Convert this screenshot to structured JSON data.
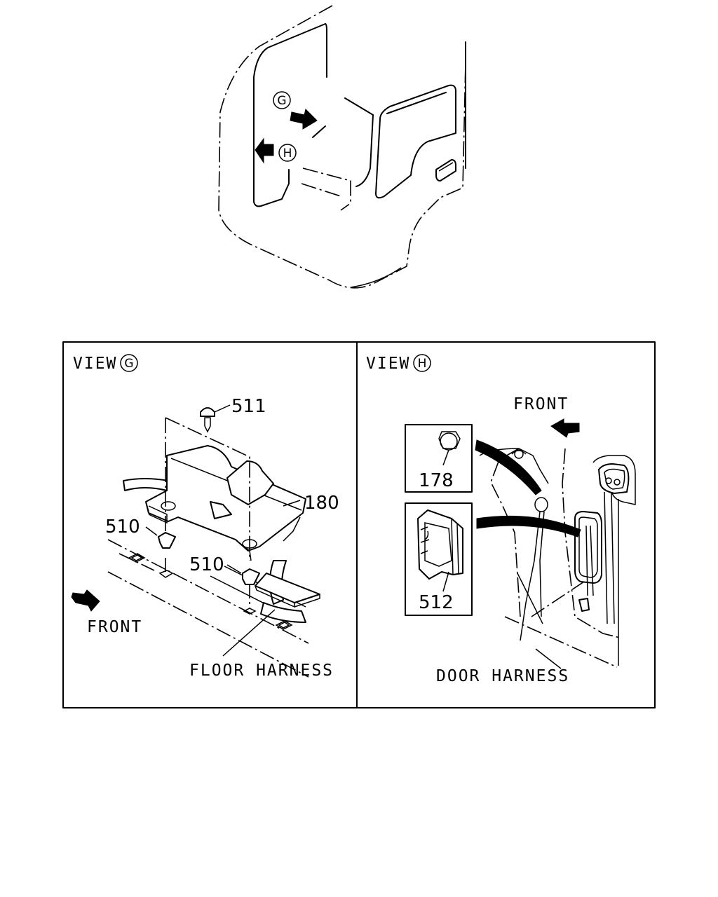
{
  "overview": {
    "view_marker_g": "G",
    "view_marker_h": "H"
  },
  "panel_g": {
    "title": "VIEW",
    "marker": "G",
    "callouts": {
      "screw": "511",
      "clip_left": "510",
      "clip_right": "510",
      "bracket": "180"
    },
    "front_label": "FRONT",
    "harness_label": "FLOOR HARNESS"
  },
  "panel_h": {
    "title": "VIEW",
    "marker": "H",
    "front_label": "FRONT",
    "callouts": {
      "grommet": "178",
      "clip": "512"
    },
    "harness_label": "DOOR HARNESS"
  }
}
